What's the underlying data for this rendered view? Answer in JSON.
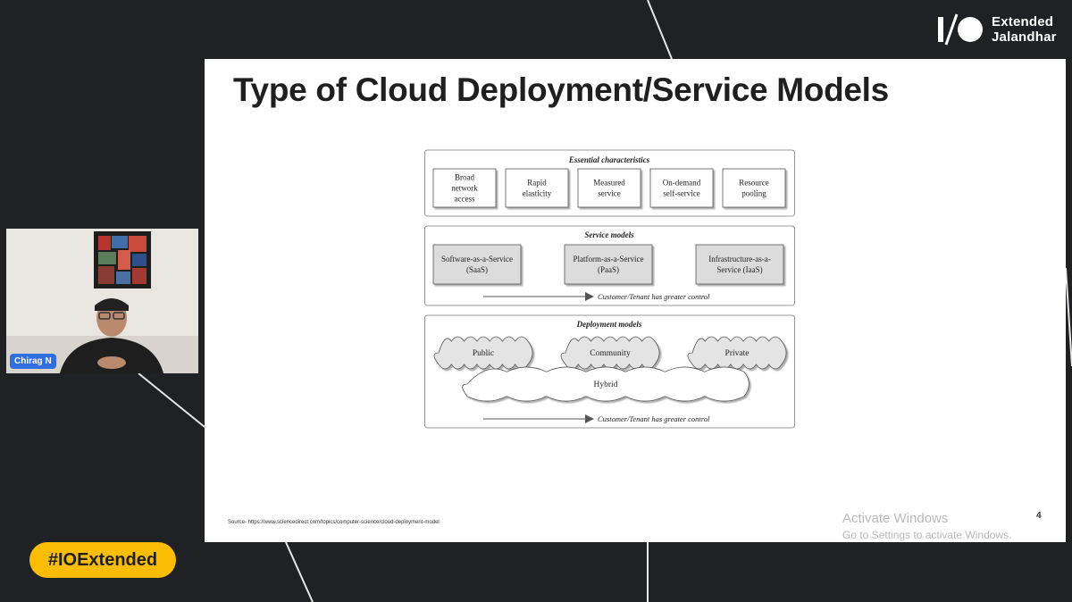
{
  "brand": {
    "line1": "Extended",
    "line2": "Jalandhar"
  },
  "slide": {
    "title": "Type of Cloud Deployment/Service Models",
    "source": "Source- https://www.sciencedirect.com/topics/computer-science/cloud-deployment-model",
    "page_number": "4"
  },
  "diagram": {
    "essential": {
      "title": "Essential characteristics",
      "items": [
        [
          "Broad",
          "network",
          "access"
        ],
        [
          "Rapid",
          "elasticity"
        ],
        [
          "Measured",
          "service"
        ],
        [
          "On-demand",
          "self-service"
        ],
        [
          "Resource",
          "pooling"
        ]
      ]
    },
    "service": {
      "title": "Service models",
      "items": [
        [
          "Software-as-a-Service",
          "(SaaS)"
        ],
        [
          "Platform-as-a-Service",
          "(PaaS)"
        ],
        [
          "Infrastructure-as-a-",
          "Service (IaaS)"
        ]
      ],
      "arrow_label": "Customer/Tenant has greater control"
    },
    "deployment": {
      "title": "Deployment models",
      "clouds": [
        "Public",
        "Community",
        "Private",
        "Hybrid"
      ],
      "arrow_label": "Customer/Tenant has greater control"
    }
  },
  "watermark": {
    "line1": "Activate Windows",
    "line2": "Go to Settings to activate Windows."
  },
  "participant": {
    "name": "Chirag N"
  },
  "hashtag": "#IOExtended",
  "colors": {
    "background": "#202124",
    "hashtag": "#fbbc04",
    "name_tag": "#2f6fe0"
  }
}
